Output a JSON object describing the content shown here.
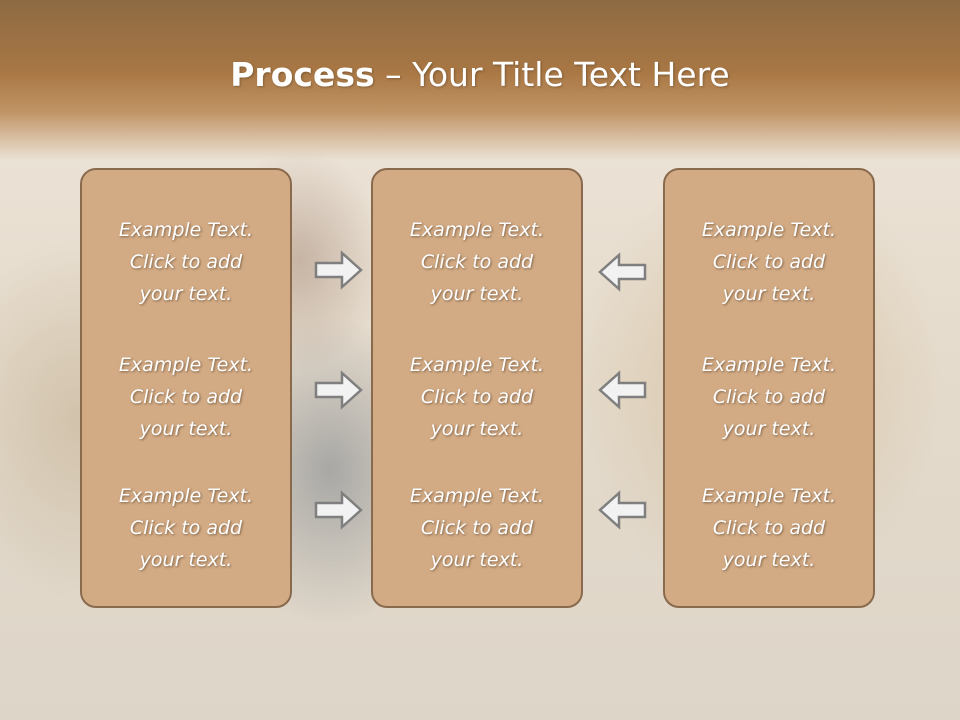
{
  "slide": {
    "title_bold": "Process",
    "title_rest": " – Your Title Text Here"
  },
  "columns": [
    {
      "items": [
        "Example Text.\nClick  to add\nyour text.",
        "Example Text.\nClick  to add\nyour text.",
        "Example Text.\nClick  to add\nyour text."
      ]
    },
    {
      "items": [
        "Example Text.\nClick  to add\nyour text.",
        "Example Text.\nClick  to add\nyour text.",
        "Example Text.\nClick  to add\nyour text."
      ]
    },
    {
      "items": [
        "Example Text.\nClick  to add\nyour text.",
        "Example Text.\nClick  to add\nyour text.",
        "Example Text.\nClick  to add\nyour text."
      ]
    }
  ],
  "arrows": {
    "left_group": [
      "arrow-right-icon",
      "arrow-right-icon",
      "arrow-right-icon"
    ],
    "right_group": [
      "arrow-left-icon",
      "arrow-left-icon",
      "arrow-left-icon"
    ]
  },
  "colors": {
    "header": "#a87744",
    "box_fill": "#d2ab85",
    "box_border": "#8a6a4d",
    "arrow_fill": "#f2f2f2",
    "arrow_stroke": "#7f7f7f"
  }
}
